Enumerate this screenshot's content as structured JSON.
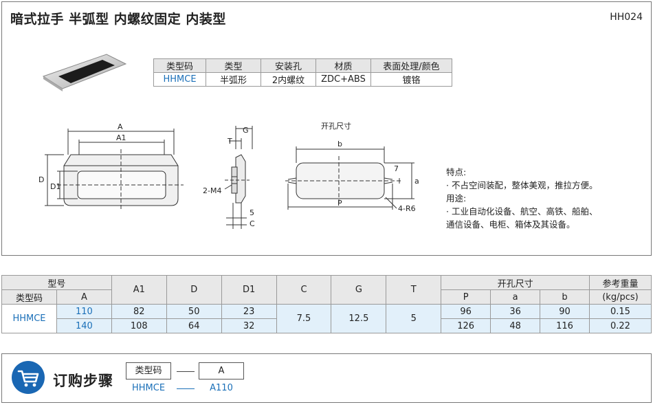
{
  "header": {
    "title": "暗式拉手  半弧型  内螺纹固定  内装型",
    "code": "HH024"
  },
  "spec_table": {
    "headers": [
      "类型码",
      "类型",
      "安装孔",
      "材质",
      "表面处理/颜色"
    ],
    "row": [
      "HHMCE",
      "半弧形",
      "2内螺纹",
      "ZDC+ABS",
      "镀铬"
    ]
  },
  "drawing": {
    "front": {
      "A": "A",
      "A1": "A1",
      "D": "D",
      "D1": "D1"
    },
    "side": {
      "G": "G",
      "T": "T",
      "thread": "2-M4",
      "five": "5",
      "C": "C"
    },
    "cutout": {
      "title": "开孔尺寸",
      "b": "b",
      "P": "P",
      "seven": "7",
      "a": "a",
      "r": "4-R6"
    }
  },
  "features": {
    "label1": "特点:",
    "text1": "· 不占空间装配，整体美观，推拉方便。",
    "label2": "用途:",
    "text2a": "· 工业自动化设备、航空、高铁、船舶、",
    "text2b": "通信设备、电柜、箱体及其设备。"
  },
  "dim_table": {
    "h_model": "型号",
    "h_type": "类型码",
    "h_A": "A",
    "h_A1": "A1",
    "h_D": "D",
    "h_D1": "D1",
    "h_C": "C",
    "h_G": "G",
    "h_T": "T",
    "h_cut": "开孔尺寸",
    "h_P": "P",
    "h_a": "a",
    "h_b": "b",
    "h_wt1": "参考重量",
    "h_wt2": "(kg/pcs)",
    "type_code": "HHMCE",
    "C": "7.5",
    "G": "12.5",
    "T": "5",
    "rows": [
      {
        "A": "110",
        "A1": "82",
        "D": "50",
        "D1": "23",
        "P": "96",
        "a": "36",
        "b": "90",
        "wt": "0.15"
      },
      {
        "A": "140",
        "A1": "108",
        "D": "64",
        "D1": "32",
        "P": "126",
        "a": "48",
        "b": "116",
        "wt": "0.22"
      }
    ]
  },
  "order": {
    "title": "订购步骤",
    "box1": "类型码",
    "box2": "A",
    "val1": "HHMCE",
    "val2": "A110",
    "icon": "cart-icon"
  },
  "colors": {
    "accent": "#1a6fb8",
    "icon_bg": "#1a67b3"
  }
}
